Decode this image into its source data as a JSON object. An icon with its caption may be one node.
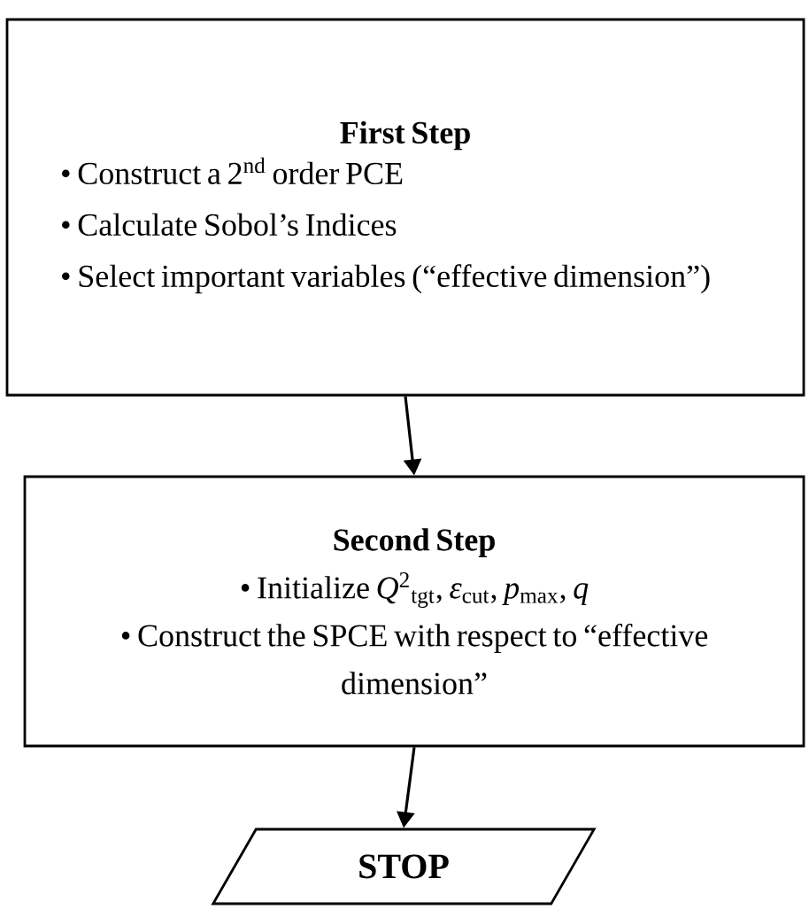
{
  "diagram": {
    "nodes": [
      {
        "text": [
          "First Step",
          "• Construct a 2$^{nd}$ order PCE",
          "• Calculate Sobol’s Indices",
          "• Select important variables (“effective dimension”)"
        ]
      },
      {
        "text": [
          "Second Step",
          "• Initialize *Q*$^{2}$$_{tgt}$, *ε*$_{cut}$, *p*$_{max}$, *q*",
          "• Construct the SPCE with respect to “effective dimension”"
        ]
      },
      {
        "text": [
          "STOP"
        ]
      }
    ],
    "edges": [
      {
        "from": 0,
        "to": 1,
        "arrow": "to"
      },
      {
        "from": 1,
        "to": 2,
        "arrow": "to"
      }
    ]
  }
}
